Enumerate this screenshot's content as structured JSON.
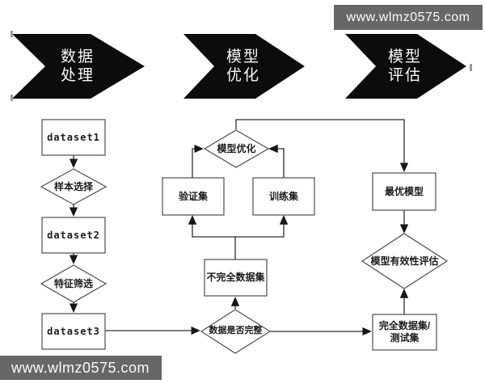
{
  "watermarks": {
    "top": "www.wlmz0575.com",
    "bottom": "www.wlmz0575.com"
  },
  "process_banners": [
    {
      "line1": "数据",
      "line2": "处理"
    },
    {
      "line1": "模型",
      "line2": "优化"
    },
    {
      "line1": "模型",
      "line2": "评估"
    }
  ],
  "flowchart": {
    "dataset1": "dataset1",
    "sample_selection": "样本选择",
    "dataset2": "dataset2",
    "feature_screening": "特征筛选",
    "dataset3": "dataset3",
    "model_optimization": "模型优化",
    "validation_set": "验证集",
    "training_set": "训练集",
    "incomplete_dataset": "不完全数据集",
    "data_completeness_check": "数据是否完整",
    "optimal_model": "最优模型",
    "model_validity_evaluation": "模型有效性评估",
    "complete_dataset_line1": "完全数据集/",
    "complete_dataset_line2": "测试集"
  },
  "colors": {
    "banner_black": "#0c0c0c",
    "watermark_gray": "#676767",
    "line_color": "#2f2f2f",
    "shape_stroke": "#4d4d4d"
  }
}
